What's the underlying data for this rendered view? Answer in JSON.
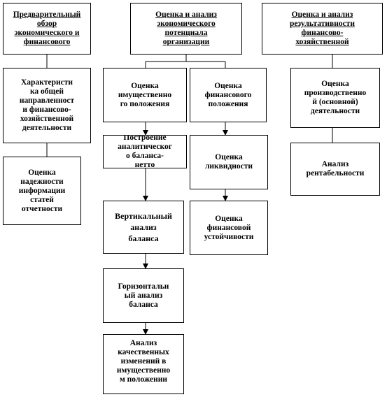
{
  "boxes": {
    "prelim": "Предварительный\nобзор\nэкономического и\nфинансового",
    "potential": "Оценка и анализ\nэкономического\nпотенциала\nорганизации",
    "results": "Оценка и анализ\nрезультативности\nфинансово-\nхозяйственной",
    "characteristics": "Характеристи\nка общей\nнаправленност\nи финансово-\nхозяйственной\nдеятельности",
    "reliability": "Оценка\nнадежности\nинформации\nстатей\nотчетности",
    "property": "Оценка\nимущественно\nго положения",
    "financial_position": "Оценка\nфинансового\nположения",
    "production": "Оценка\nпроизводственно\nй (основной)\nдеятельности",
    "netto": "Построение\nаналитическог\nо баланса-\nнетто",
    "liquidity": "Оценка\nликвидности",
    "profitability": "Анализ\nрентабельности",
    "vertical": "Вертикальный\nанализ\nбаланса",
    "stability": "Оценка\nфинансовой\nустойчивости",
    "horizontal": "Горизонтальн\nый анализ\nбаланса",
    "qualitative": "Анализ\nкачественных\nизменений в\nимущественно\nм положении"
  }
}
